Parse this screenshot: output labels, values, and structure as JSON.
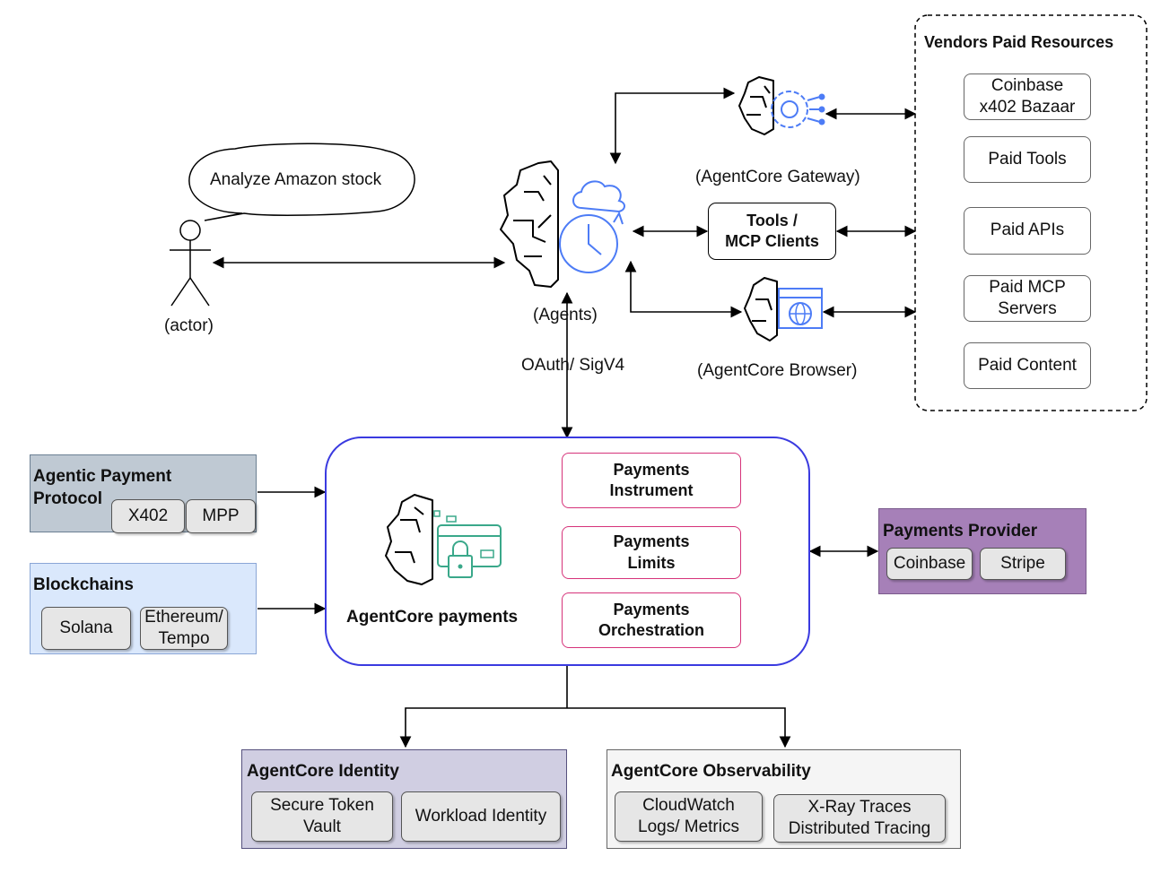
{
  "speech": "Analyze Amazon stock",
  "actor_label": "(actor)",
  "agents_label": "(Agents)",
  "auth_label": "OAuth/ SigV4",
  "gateway_label": "(AgentCore Gateway)",
  "browser_label": "(AgentCore Browser)",
  "tools_box": "Tools /\nMCP Clients",
  "vendors": {
    "title": "Vendors Paid Resources",
    "items": [
      "Coinbase\nx402 Bazaar",
      "Paid Tools",
      "Paid APIs",
      "Paid MCP\nServers",
      "Paid Content"
    ]
  },
  "protocol": {
    "title": "Agentic Payment\nProtocol",
    "items": [
      "X402",
      "MPP"
    ]
  },
  "blockchains": {
    "title": "Blockchains",
    "items": [
      "Solana",
      "Ethereum/\nTempo"
    ]
  },
  "payments": {
    "label": "AgentCore payments",
    "items": [
      "Payments\nInstrument",
      "Payments\nLimits",
      "Payments\nOrchestration"
    ]
  },
  "provider": {
    "title": "Payments Provider",
    "items": [
      "Coinbase",
      "Stripe"
    ]
  },
  "identity": {
    "title": "AgentCore Identity",
    "items": [
      "Secure Token\nVault",
      "Workload Identity"
    ]
  },
  "observability": {
    "title": "AgentCore Observability",
    "items": [
      "CloudWatch\nLogs/ Metrics",
      "X-Ray Traces\nDistributed Tracing"
    ]
  },
  "colors": {
    "protocol_bg": "#bfc9d3",
    "blockchains_bg": "#dae8fc",
    "provider_bg": "#a680b8",
    "identity_bg": "#d0cee2",
    "observability_bg": "#f5f5f5",
    "payments_border": "#3a3ae0",
    "pay_item_border": "#d6337a",
    "teal_icon": "#3aa88a",
    "blue_icon": "#4d7cf6"
  }
}
